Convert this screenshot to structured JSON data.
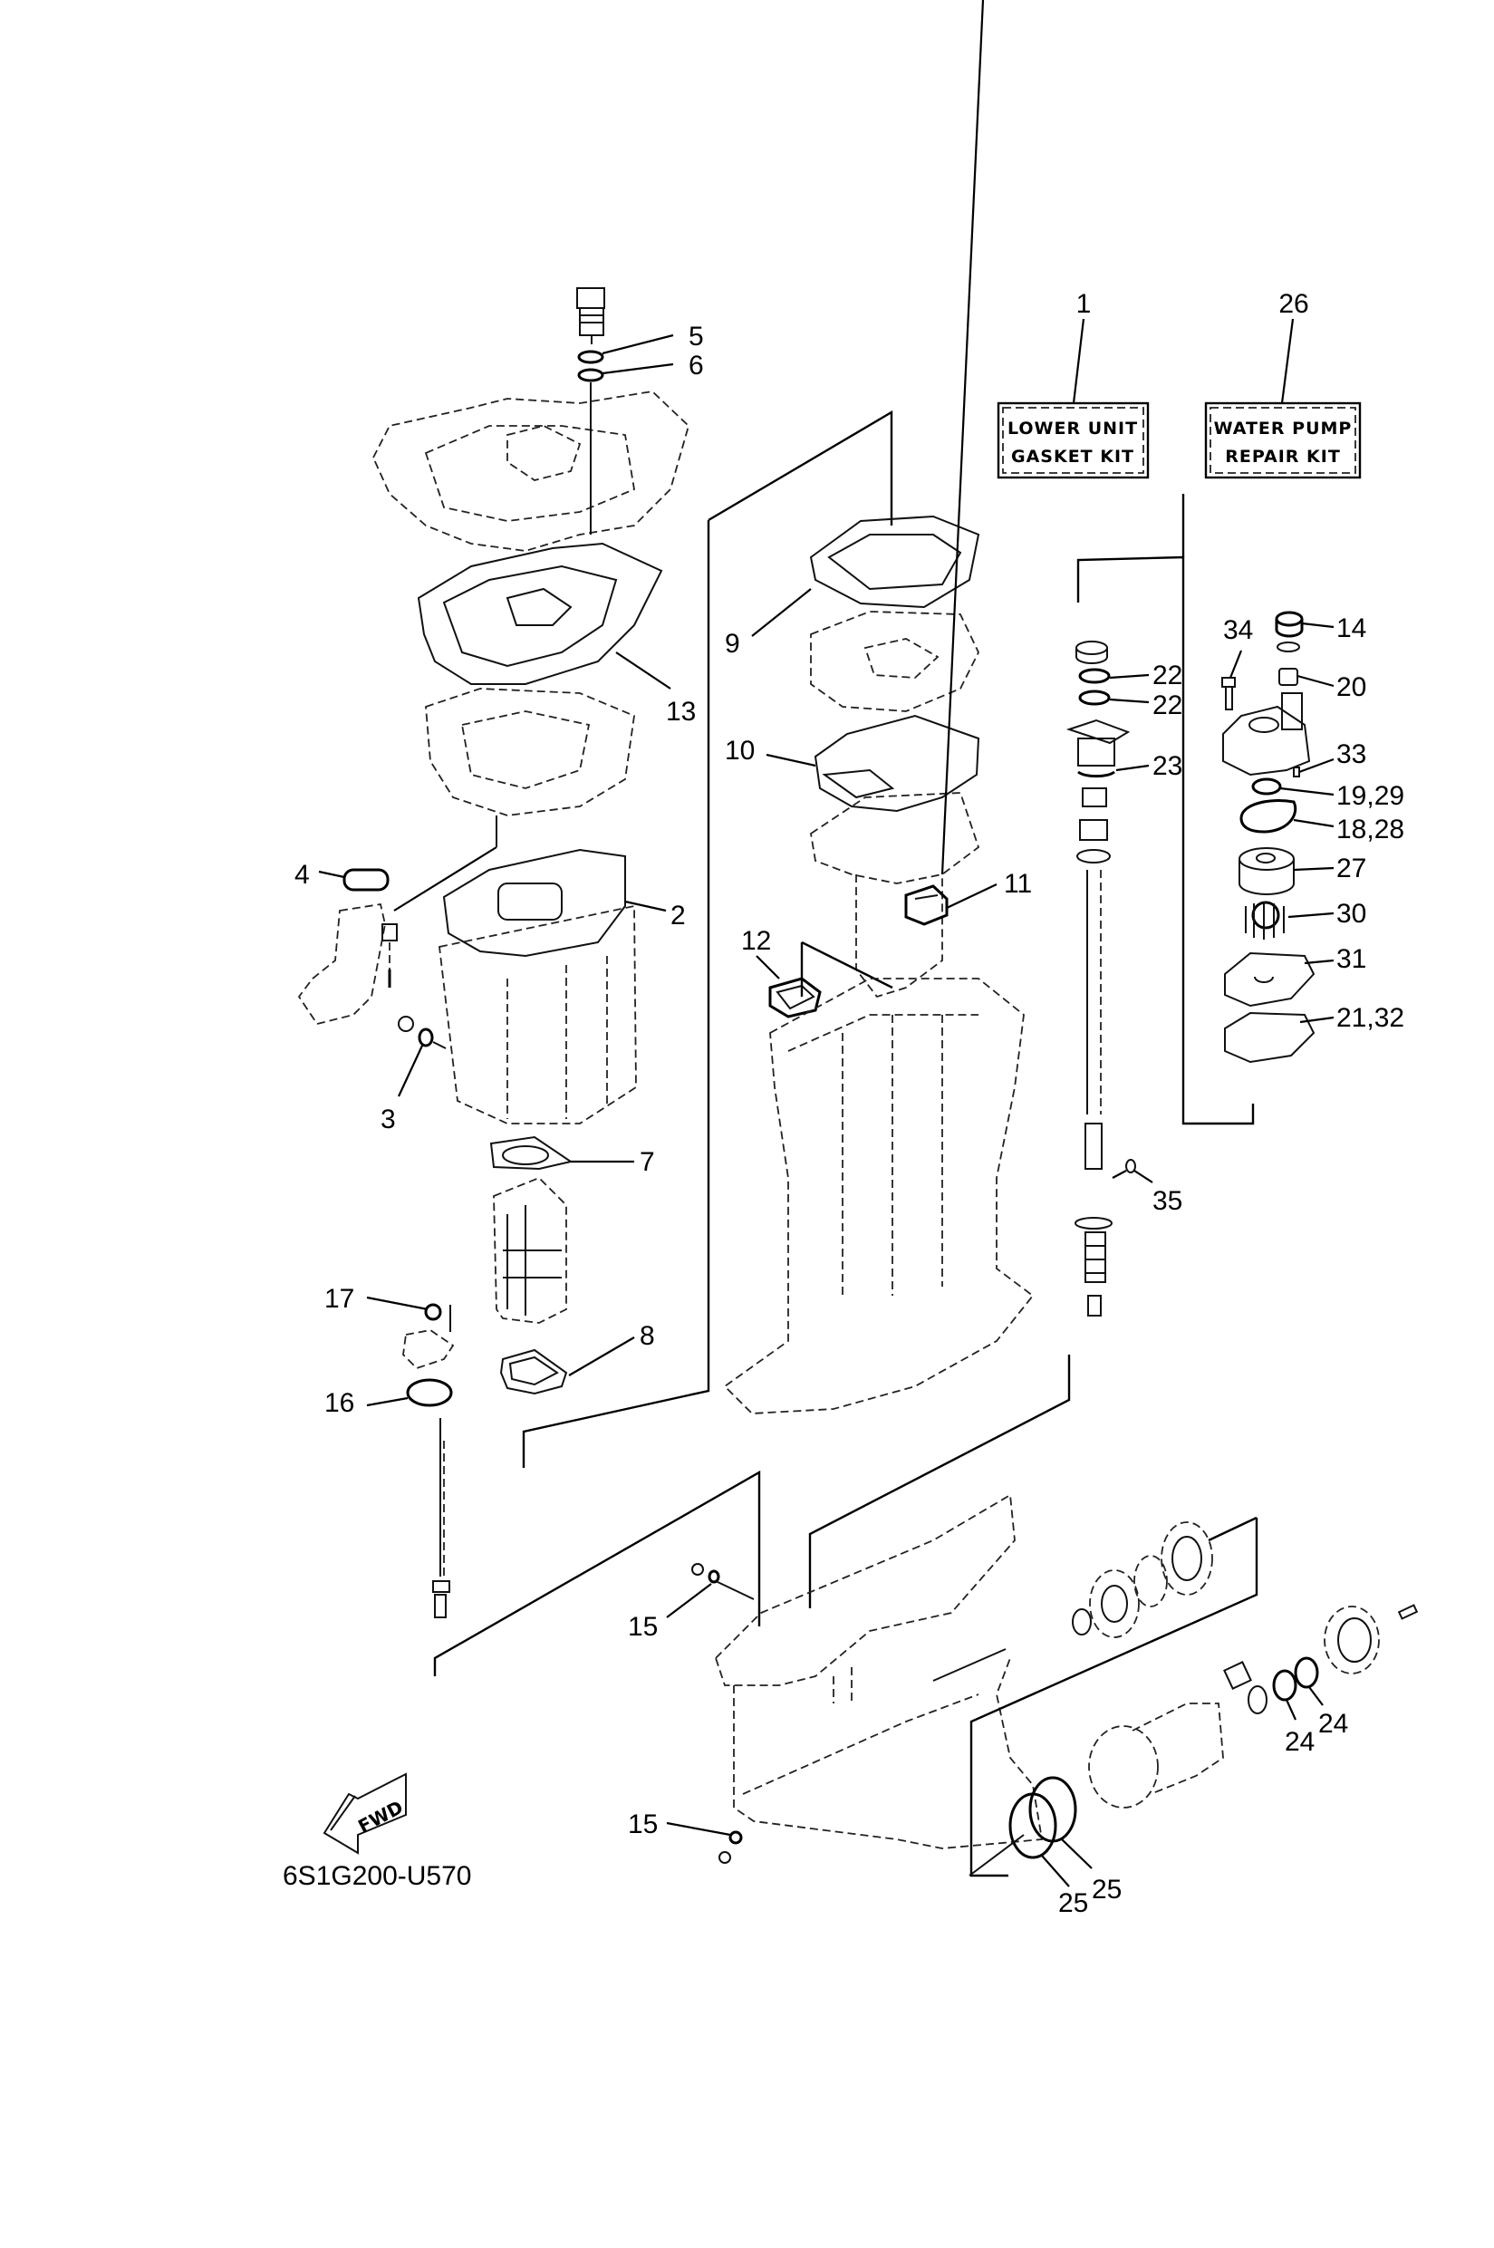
{
  "diagram": {
    "code": "6S1G200-U570",
    "direction_label": "FWD",
    "kits": [
      {
        "ref": "1",
        "line1": "LOWER UNIT",
        "line2": "GASKET KIT"
      },
      {
        "ref": "26",
        "line1": "WATER PUMP",
        "line2": "REPAIR KIT"
      }
    ],
    "callouts": {
      "c2": "2",
      "c3": "3",
      "c4": "4",
      "c5": "5",
      "c6": "6",
      "c7": "7",
      "c8": "8",
      "c9": "9",
      "c10": "10",
      "c11": "11",
      "c12": "12",
      "c13": "13",
      "c14": "14",
      "c15a": "15",
      "c15b": "15",
      "c16": "16",
      "c17": "17",
      "c18_28": "18,28",
      "c19_29": "19,29",
      "c20": "20",
      "c21_32": "21,32",
      "c22a": "22",
      "c22b": "22",
      "c23": "23",
      "c24a": "24",
      "c24b": "24",
      "c25a": "25",
      "c25b": "25",
      "c27": "27",
      "c30": "30",
      "c31": "31",
      "c33": "33",
      "c34": "34",
      "c35": "35"
    }
  }
}
